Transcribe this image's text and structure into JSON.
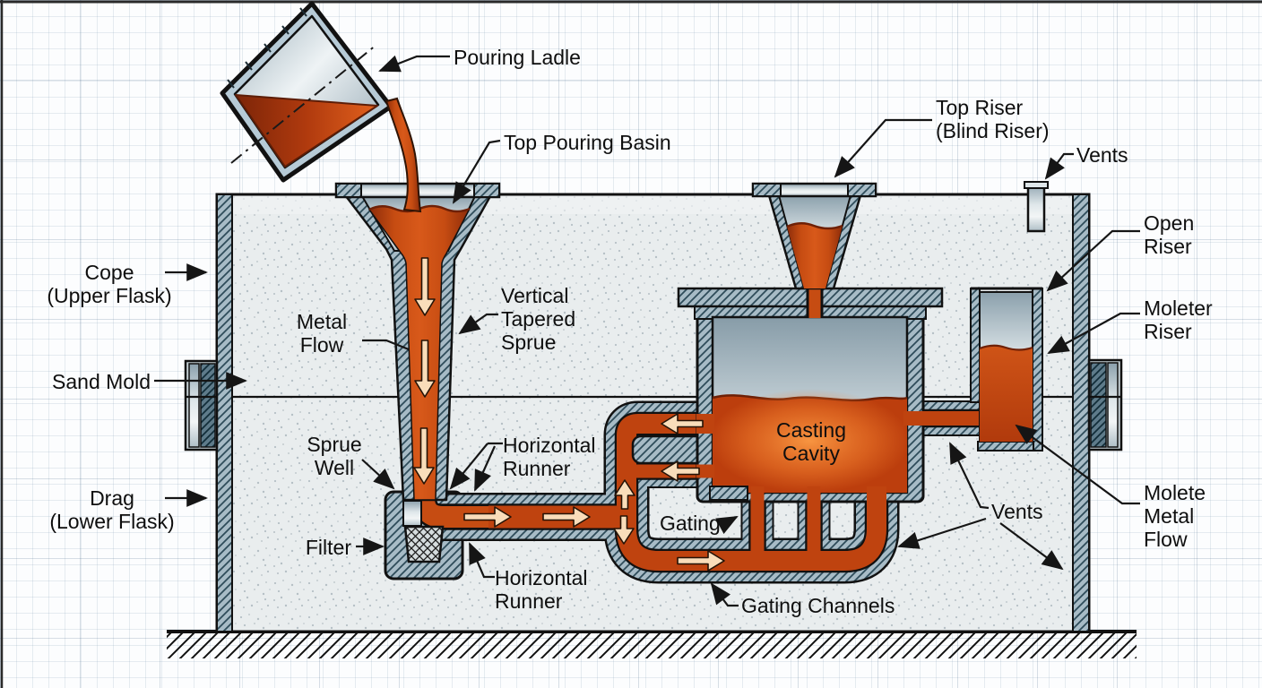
{
  "title": "Sand casting mold cross-section diagram",
  "colors": {
    "molten_metal": "#c64c12",
    "molten_dark_edge": "#8c2c0a",
    "solid_metal_silver": "#cfd9de",
    "flask_wall": "#a7bbc6",
    "wall_hatch_line": "#2e4c5a",
    "sand": "#e9edee",
    "sand_speckle": "#8b9ba4",
    "label_text": "#0e0e0e",
    "leader_line": "#151515",
    "flow_arrow_fill": "#f9ddba",
    "grid_line": "#d7dfe8"
  },
  "labels": {
    "pouring_ladle": "Pouring Ladle",
    "top_pouring_basin": "Top Pouring Basin",
    "top_riser": "Top Riser\n(Blind Riser)",
    "vents_top": "Vents",
    "open_riser": "Open\nRiser",
    "cope": "Cope\n(Upper Flask)",
    "metal_flow": "Metal\nFlow",
    "vertical_tapered_sprue": "Vertical\nTapered\nSprue",
    "moleter_riser": "Moleter\nRiser",
    "sand_mold": "Sand Mold",
    "sprue_well": "Sprue\nWell",
    "horizontal_runner_upper": "Horizontal\nRunner",
    "casting_cavity": "Casting\nCavity",
    "gating": "Gating",
    "filter": "Filter",
    "horizontal_runner_lower": "Horizontal\nRunner",
    "gating_channels": "Gating Channels",
    "vents_right": "Vents",
    "molete_metal_flow": "Molete\nMetal\nFlow",
    "drag": "Drag\n(Lower Flask)"
  }
}
